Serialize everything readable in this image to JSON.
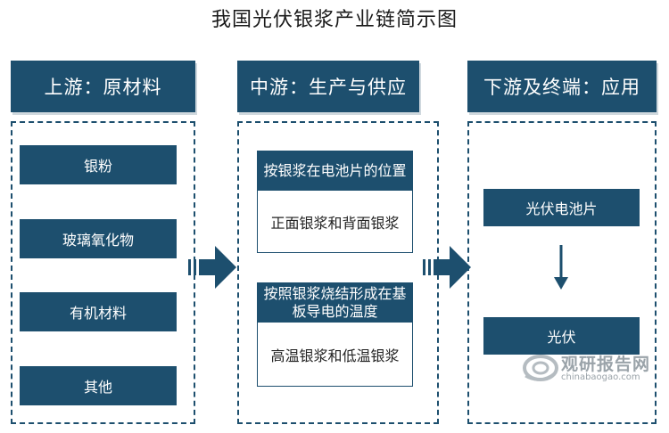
{
  "title": "我国光伏银浆产业链简示图",
  "columns": {
    "upstream": {
      "header": "上游：原材料",
      "items": [
        "银粉",
        "玻璃氧化物",
        "有机材料",
        "其他"
      ]
    },
    "midstream": {
      "header": "中游：生产与供应",
      "cards": [
        {
          "head": "按银浆在电池片的位置",
          "body": "正面银浆和背面银浆"
        },
        {
          "head": "按照银浆烧结形成在基板导电的温度",
          "body": "高温银浆和低温银浆"
        }
      ]
    },
    "downstream": {
      "header": "下游及终端：应用",
      "items": [
        "光伏电池片",
        "光伏"
      ]
    }
  },
  "watermark": {
    "name": "观研报告网",
    "url": "chinabaogao.com"
  },
  "colors": {
    "primary": "#1d4f6e",
    "arrow": "#1d4f6e"
  }
}
